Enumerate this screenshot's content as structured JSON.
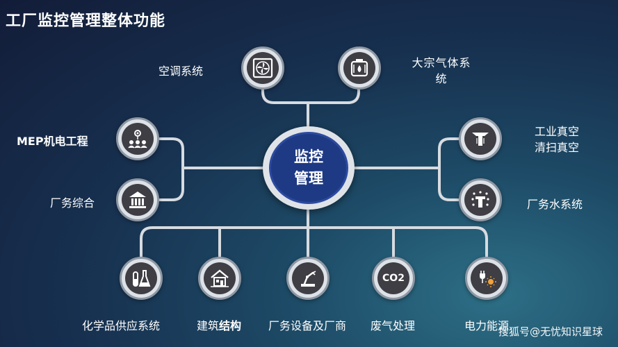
{
  "title": "工厂监控管理整体功能",
  "center": {
    "line1": "监控",
    "line2": "管理"
  },
  "nodes": {
    "hvac": {
      "label": "空调系统",
      "icon": "fan-icon"
    },
    "bulk_gas": {
      "label": "大宗气体系统",
      "icon": "gas-cylinder-icon"
    },
    "mep": {
      "label": "MEP机电工程",
      "icon": "network-people-icon"
    },
    "facility": {
      "label": "厂务综合",
      "icon": "bank-building-icon"
    },
    "vacuum": {
      "label_line1": "工业真空",
      "label_line2": "清扫真空",
      "icon": "vacuum-nozzle-icon"
    },
    "water": {
      "label": "厂务水系统",
      "icon": "water-sprinkler-icon"
    },
    "chemical": {
      "label": "化学品供应系统",
      "icon": "lab-flask-icon"
    },
    "building": {
      "label_prefix": "建筑",
      "label_suffix": "结构",
      "icon": "house-icon"
    },
    "equipment": {
      "label": "厂务设备及厂商",
      "icon": "robot-arm-icon"
    },
    "exhaust": {
      "label": "废气处理",
      "icon": "co2-icon",
      "icon_text": "CO2"
    },
    "power": {
      "label": "电力能源",
      "icon": "power-plug-sun-icon"
    }
  },
  "watermark": "搜狐号@无忧知识星球"
}
